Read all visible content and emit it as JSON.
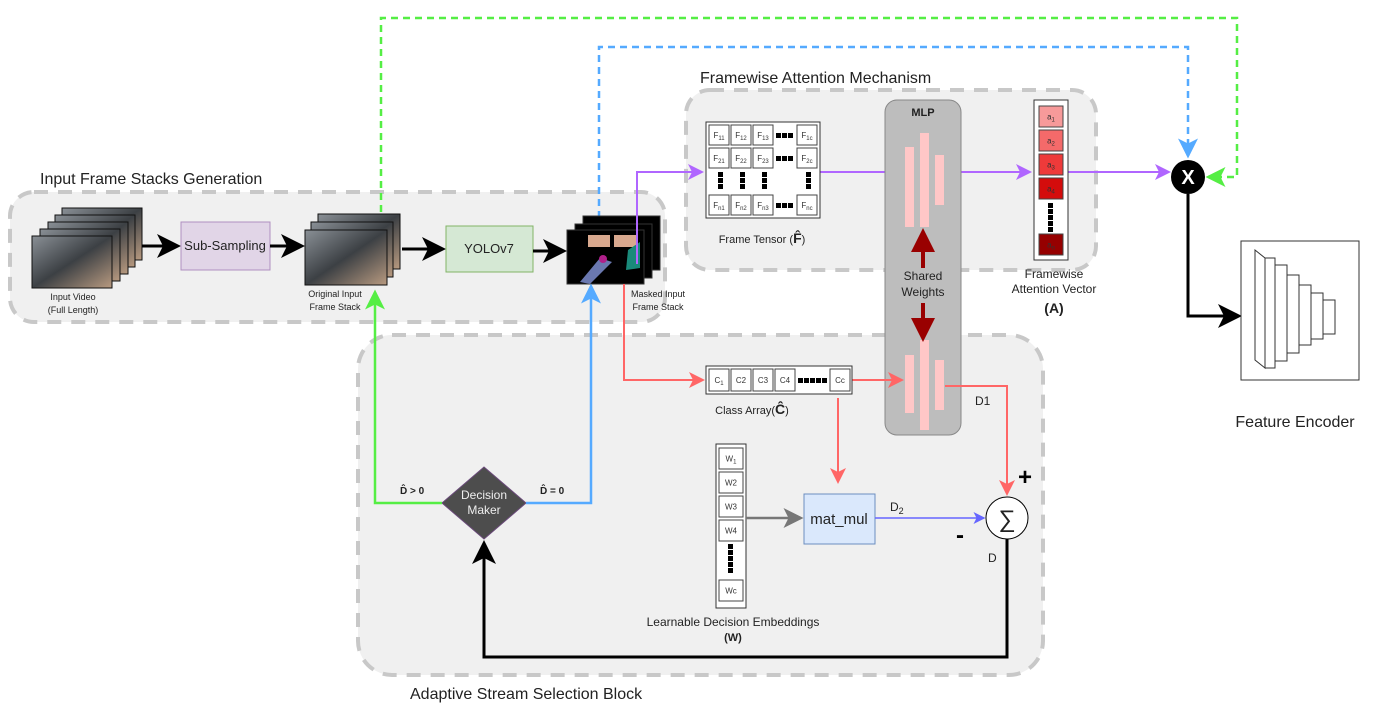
{
  "regions": {
    "input": "Input Frame Stacks Generation",
    "attention": "Framewise Attention Mechanism",
    "adaptive": "Adaptive Stream Selection Block"
  },
  "input_video": {
    "line1": "Input Video",
    "line2": "(Full Length)"
  },
  "subsampling": "Sub-Sampling",
  "original_stack": {
    "line1": "Original Input",
    "line2": "Frame Stack"
  },
  "yolo": "YOLOv7",
  "masked_stack": {
    "line1": "Masked Input",
    "line2": "Frame Stack"
  },
  "frame_tensor": {
    "label": "Frame Tensor (",
    "symbol": "F̂",
    "close": ")",
    "rows": [
      [
        {
          "b": "F",
          "s": "11"
        },
        {
          "b": "F",
          "s": "12"
        },
        {
          "b": "F",
          "s": "13"
        },
        {
          "b": "F",
          "s": "1c"
        }
      ],
      [
        {
          "b": "F",
          "s": "21"
        },
        {
          "b": "F",
          "s": "22"
        },
        {
          "b": "F",
          "s": "23"
        },
        {
          "b": "F",
          "s": "2c"
        }
      ],
      [
        {
          "b": "F",
          "s": "n1"
        },
        {
          "b": "F",
          "s": "n2"
        },
        {
          "b": "F",
          "s": "n3"
        },
        {
          "b": "F",
          "s": "nc"
        }
      ]
    ]
  },
  "mlp": {
    "title": "MLP",
    "shared1": "Shared",
    "shared2": "Weights"
  },
  "attention_vector": {
    "line1": "Framewise",
    "line2": "Attention Vector",
    "symbol": "(A)",
    "cells": [
      {
        "b": "a",
        "s": "1"
      },
      {
        "b": "a",
        "s": "2"
      },
      {
        "b": "a",
        "s": "3"
      },
      {
        "b": "a",
        "s": "4"
      },
      {
        "b": "a",
        "s": "n"
      }
    ],
    "colors": [
      "#f79a9a",
      "#f46a6a",
      "#ee3a3a",
      "#d40c0c",
      "#960000"
    ]
  },
  "multiply_symbol": "X",
  "feature_encoder": "Feature Encoder",
  "class_array": {
    "label": "Class Array(",
    "symbol": "Ĉ",
    "close": ")",
    "cells": [
      {
        "b": "C",
        "s": "1"
      },
      {
        "b": "C2",
        "s": ""
      },
      {
        "b": "C3",
        "s": ""
      },
      {
        "b": "C4",
        "s": ""
      },
      {
        "b": "Cc",
        "s": ""
      }
    ]
  },
  "embeddings": {
    "label": "Learnable Decision Embeddings",
    "symbol": "(W)",
    "cells": [
      {
        "b": "W",
        "s": "1"
      },
      {
        "b": "W2",
        "s": ""
      },
      {
        "b": "W3",
        "s": ""
      },
      {
        "b": "W4",
        "s": ""
      },
      {
        "b": "Wc",
        "s": ""
      }
    ]
  },
  "matmul": "mat_mul",
  "sum_symbol": "∑",
  "d1": "D1",
  "d2": {
    "b": "D",
    "s": "2"
  },
  "d": "D",
  "plus": "+",
  "minus": "-",
  "decision": {
    "line1": "Decision",
    "line2": "Maker",
    "gt": "D̂ > 0",
    "eq": "D̂ = 0"
  },
  "colors": {
    "green": "#55ee44",
    "blue": "#55aaff",
    "purple": "#b066ff",
    "red": "#ff6666",
    "darkred": "#990000"
  }
}
